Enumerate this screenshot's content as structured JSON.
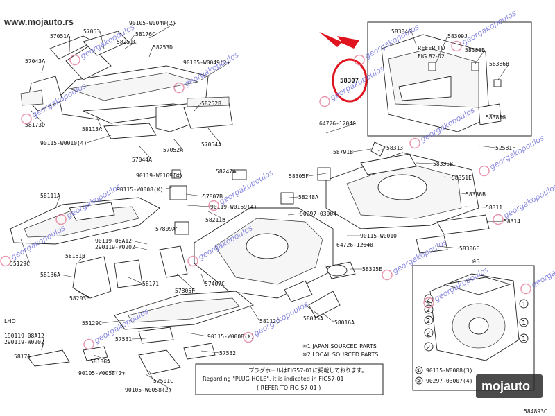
{
  "site_url": "www.mojauto.rs",
  "watermark_text": "georgakopoulos",
  "brand_logo_text": "mojauto",
  "figure_code": "584893C",
  "callout_number": "58307",
  "notes": {
    "japan": "※1 JAPAN SOURCED PARTS",
    "local": "※2 LOCAL SOURCED PARTS",
    "plug_jp": "プラグホールはFIG57-01に掲載しております。",
    "plug_en": "Regarding \"PLUG HOLE\", it is indicated in FIG57-01",
    "plug_ref": "( REFER TO FIG 57-01 )",
    "refer_to": "REFER TO",
    "refer_fig": "FIG 82-02",
    "lhd": "LHD",
    "star3": "※3"
  },
  "legend": [
    {
      "num": "①",
      "part": "90115-W0008(3)"
    },
    {
      "num": "②",
      "part": "90297-03007(4)"
    }
  ],
  "parts": [
    "57053",
    "90105-W0049(2)",
    "57051A",
    "58176C",
    "58251C",
    "58253D",
    "57043A",
    "90105-W0049(2)",
    "58252B",
    "58173D",
    "58113A",
    "90115-W0010(4)",
    "57044A",
    "57052A",
    "57054A",
    "58384G",
    "58309J",
    "58386B",
    "58386B",
    "58385G",
    "58307",
    "64726-12040",
    "58791B",
    "58313",
    "52581F",
    "58336B",
    "58351E",
    "58336B",
    "58311",
    "58314",
    "58306F",
    "58325E",
    "58305F",
    "58247A",
    "58248A",
    "90297-03004",
    "90115-W0010",
    "64726-12040",
    "58111A",
    "90119-W0169(4)",
    "90115-W0008(X)",
    "57807B",
    "90119-W0169(4)",
    "57809A",
    "58211B",
    "90119-08A12",
    "290119-W0202",
    "55129C",
    "58161B",
    "58136A",
    "58203F",
    "58171",
    "57805F",
    "57407C",
    "58015A",
    "58016A",
    "58112C",
    "55129C",
    "190119-08A12",
    "290119-W0202",
    "58171",
    "57531",
    "58136A",
    "57532",
    "90115-W0008(X)",
    "90105-W0058(2)",
    "57501C",
    "90105-W0058(2)"
  ]
}
